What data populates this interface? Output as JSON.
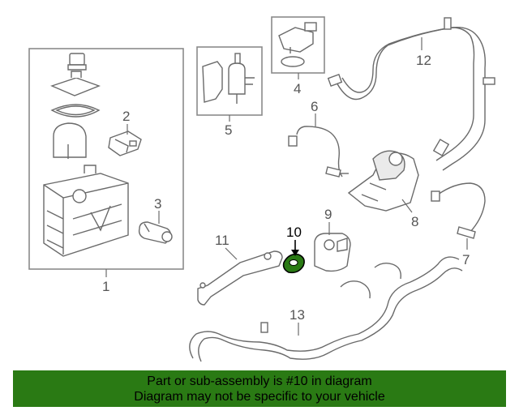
{
  "callouts": [
    "1",
    "2",
    "3",
    "4",
    "5",
    "6",
    "7",
    "8",
    "9",
    "10",
    "11",
    "12",
    "13"
  ],
  "highlight": {
    "callout": "10",
    "color": "#2a7a14"
  },
  "banner": {
    "line1": "Part or sub-assembly is #10 in diagram",
    "line2": "Diagram may not be specific to your vehicle",
    "background": "#2a7a14"
  }
}
